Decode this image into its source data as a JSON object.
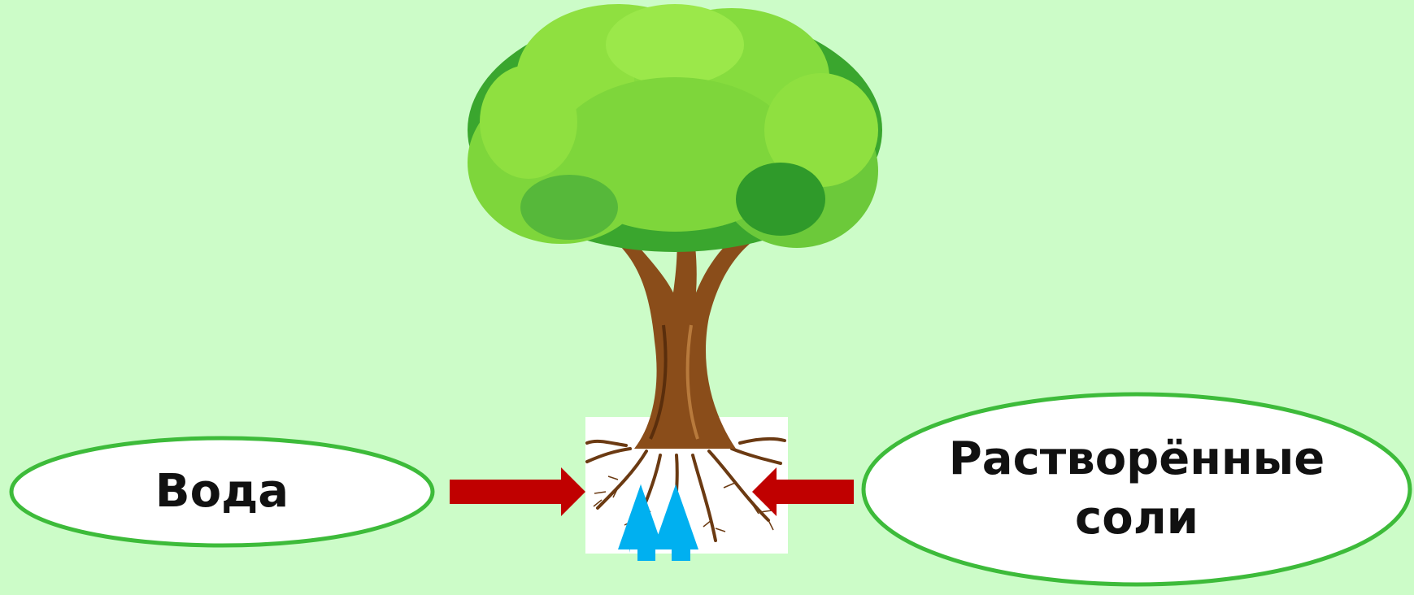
{
  "labels": {
    "water": "Вода",
    "salts_line1": "Растворённые",
    "salts_line2": "соли"
  },
  "colors": {
    "background": "#ccfcc8",
    "ellipse_border": "#3dbb3a",
    "arrow_red": "#c00000",
    "arrow_blue": "#00b0f0",
    "trunk": "#8a4d1a",
    "foliage_light": "#8fe040",
    "foliage_dark": "#2f9a2a"
  },
  "icons": [
    "tree-illustration",
    "red-arrow-right",
    "red-arrow-left",
    "blue-arrow-up"
  ]
}
